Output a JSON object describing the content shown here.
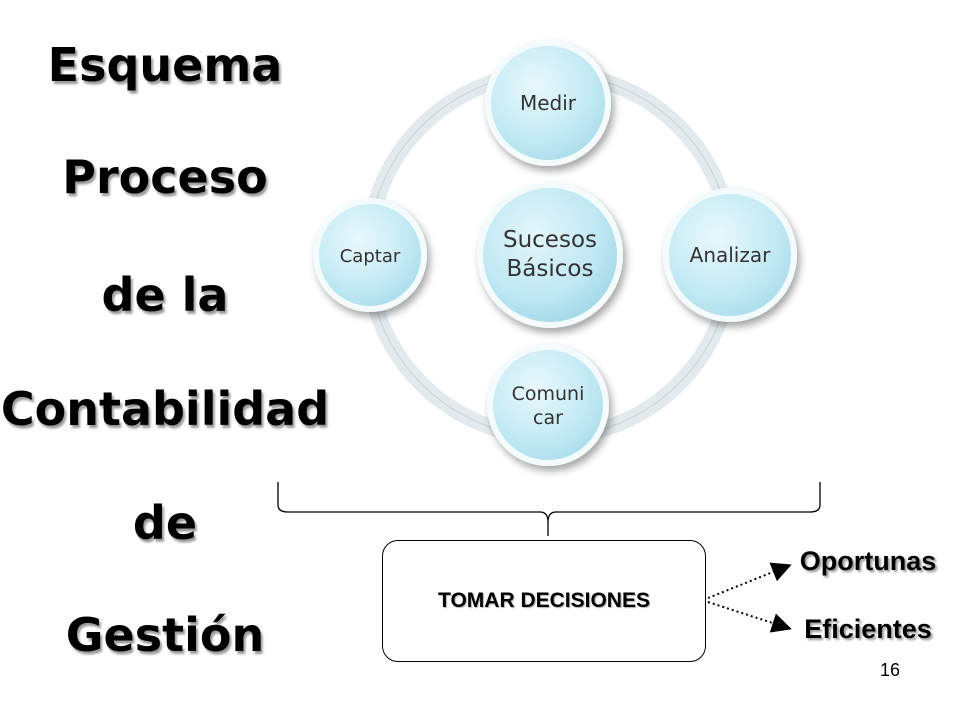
{
  "title": {
    "lines": [
      "Esquema",
      "Proceso",
      "de la",
      "Contabilidad",
      "de",
      "Gestión"
    ]
  },
  "cycle": {
    "center_label_line1": "Sucesos",
    "center_label_line2": "Básicos",
    "nodes": {
      "measure": "Medir",
      "analyze": "Analizar",
      "communicate_line1": "Comuni",
      "communicate_line2": "car",
      "capture": "Captar"
    }
  },
  "decision": {
    "label": "TOMAR DECISIONES"
  },
  "outcomes": {
    "timely": "Oportunas",
    "efficient": "Eficientes"
  },
  "page_number": "16",
  "colors": {
    "node_fill": "#c9ecf6",
    "node_border": "#e8f7fb",
    "ring": "#dfe7ea",
    "text": "#333333"
  }
}
